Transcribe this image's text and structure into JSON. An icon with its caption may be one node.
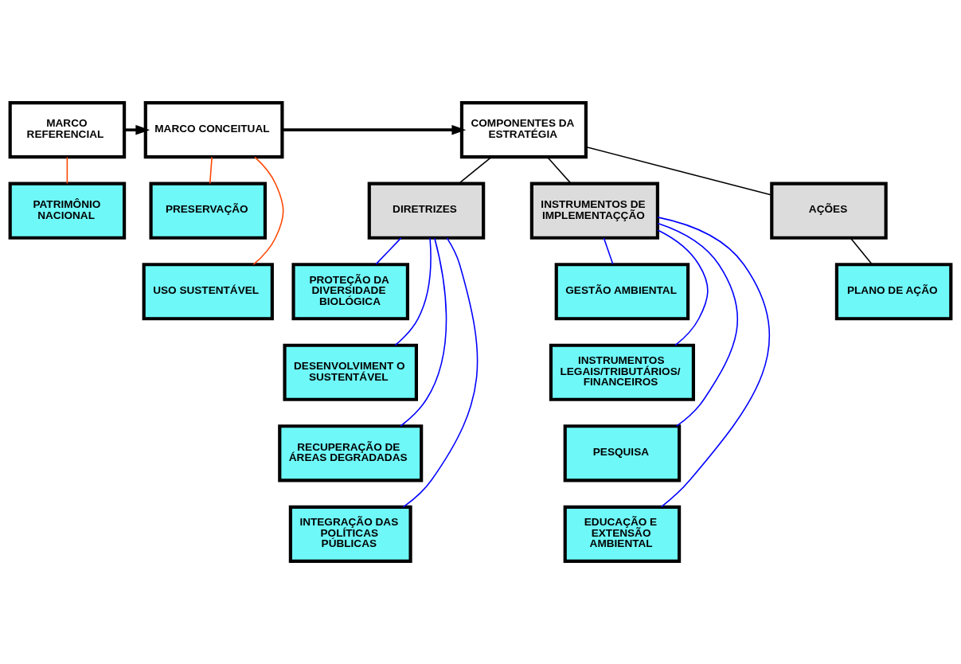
{
  "diagram": {
    "nodes": [
      {
        "text": [
          "MARCO REFERENCIAL"
        ]
      },
      {
        "text": [
          "MARCO CONCEITUAL"
        ]
      },
      {
        "text": [
          "COMPONENTES DA ESTRATÉGIA"
        ]
      },
      {
        "text": [
          "DIRETRIZES"
        ]
      },
      {
        "text": [
          "INSTRUMENTOS DE IMPLEMENTAÇÇÃO"
        ]
      },
      {
        "text": [
          "AÇÕES"
        ]
      },
      {
        "text": [
          "PRESERVAÇÃO"
        ]
      },
      {
        "text": [
          "USO SUSTENTÁVEL"
        ]
      },
      {
        "text": [
          "PATRIMÔNIO NACIONAL"
        ]
      },
      {
        "text": [
          "PROTEÇÃO DA DIVERSIDADE BIOLÓGICA"
        ]
      },
      {
        "text": [
          "DESENVOLVIMENT O SUSTENTÁVEL"
        ]
      },
      {
        "text": [
          "RECUPERAÇÃO DE ÁREAS DEGRADADAS"
        ]
      },
      {
        "text": [
          "INTEGRAÇÃO DAS POLÍTICAS PÚBLICAS"
        ]
      },
      {
        "text": [
          "GESTÃO AMBIENTAL"
        ]
      },
      {
        "text": [
          "INSTRUMENTOS LEGAIS/TRIBUTÁRIOS/ FINANCEIROS"
        ]
      },
      {
        "text": [
          "PESQUISA"
        ]
      },
      {
        "text": [
          "EDUCAÇÃO E EXTENSÃO AMBIENTAL"
        ]
      },
      {
        "text": [
          "PLANO DE AÇÃO"
        ]
      }
    ],
    "edges": [
      {
        "from": 0,
        "to": 1,
        "arrow": "to",
        "style": "thick",
        "color": "#000000"
      },
      {
        "from": 1,
        "to": 2,
        "arrow": "to",
        "style": "thick",
        "color": "#000000"
      },
      {
        "from": 0,
        "to": 8,
        "arrow": "none",
        "color": "#ff4500"
      },
      {
        "from": 1,
        "to": 6,
        "arrow": "none",
        "color": "#ff4500"
      },
      {
        "from": 1,
        "to": 7,
        "arrow": "none",
        "color": "#ff4500"
      },
      {
        "from": 2,
        "to": 3,
        "arrow": "none",
        "color": "#000000"
      },
      {
        "from": 2,
        "to": 4,
        "arrow": "none",
        "color": "#000000"
      },
      {
        "from": 2,
        "to": 5,
        "arrow": "none",
        "color": "#000000"
      },
      {
        "from": 3,
        "to": 9,
        "arrow": "none"
      },
      {
        "from": 3,
        "to": 10,
        "arrow": "none"
      },
      {
        "from": 3,
        "to": 11,
        "arrow": "none"
      },
      {
        "from": 3,
        "to": 12,
        "arrow": "none"
      },
      {
        "from": 4,
        "to": 13,
        "arrow": "none"
      },
      {
        "from": 4,
        "to": 14,
        "arrow": "none"
      },
      {
        "from": 4,
        "to": 15,
        "arrow": "none"
      },
      {
        "from": 4,
        "to": 16,
        "arrow": "none"
      },
      {
        "from": 5,
        "to": 17,
        "arrow": "none",
        "color": "#000000"
      }
    ]
  }
}
